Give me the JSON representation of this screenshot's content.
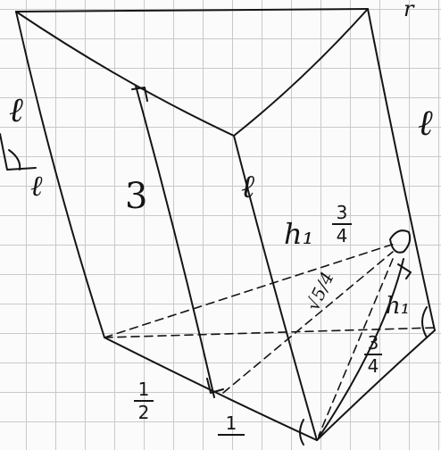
{
  "labels": {
    "edge_left": "ℓ",
    "edge_right": "ℓ",
    "edge_middle": "ℓ",
    "edge_small": "ℓ",
    "height": "3",
    "h1_top": "h₁",
    "h1_lower": "h₁",
    "sqrt5_over_4": "√5/4",
    "corner_top_right": "r"
  },
  "fractions": {
    "half_left": {
      "num": "1",
      "den": "2"
    },
    "half_bottom": {
      "num": "1",
      "den": ""
    },
    "three_quarters_top": {
      "num": "3",
      "den": "4"
    },
    "three_quarters_mid": {
      "num": "3",
      "den": "4"
    }
  },
  "colors": {
    "ink": "#151515",
    "grid": "#c9c9c9",
    "paper": "#fbfbfb"
  }
}
